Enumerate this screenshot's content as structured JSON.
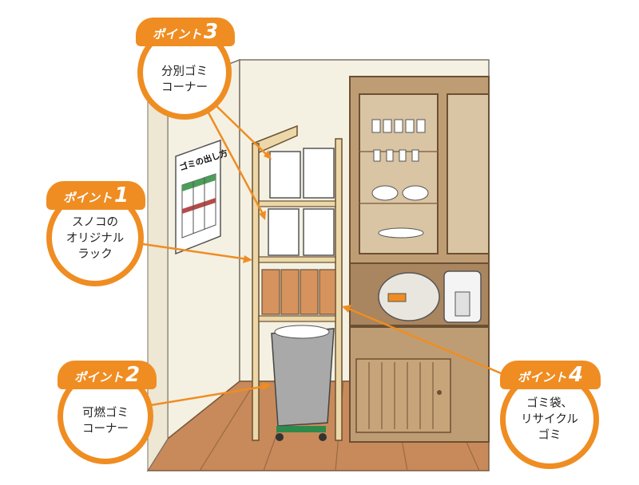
{
  "poster": {
    "title": "ゴミの出し方"
  },
  "points": [
    {
      "word": "ポイント",
      "number": "3",
      "lines": [
        "分別ゴミ",
        "コーナー"
      ]
    },
    {
      "word": "ポイント",
      "number": "1",
      "lines": [
        "スノコの",
        "オリジナル",
        "ラック"
      ]
    },
    {
      "word": "ポイント",
      "number": "2",
      "lines": [
        "可燃ゴミ",
        "コーナー"
      ]
    },
    {
      "word": "ポイント",
      "number": "4",
      "lines": [
        "ゴミ袋、",
        "リサイクル",
        "ゴミ"
      ]
    }
  ],
  "colors": {
    "accent": "#ef8d22",
    "wood": "#ecd7a8",
    "cabinet": "#bf9d74",
    "floor": "#c88a5a",
    "wall": "#f4f1e3"
  }
}
